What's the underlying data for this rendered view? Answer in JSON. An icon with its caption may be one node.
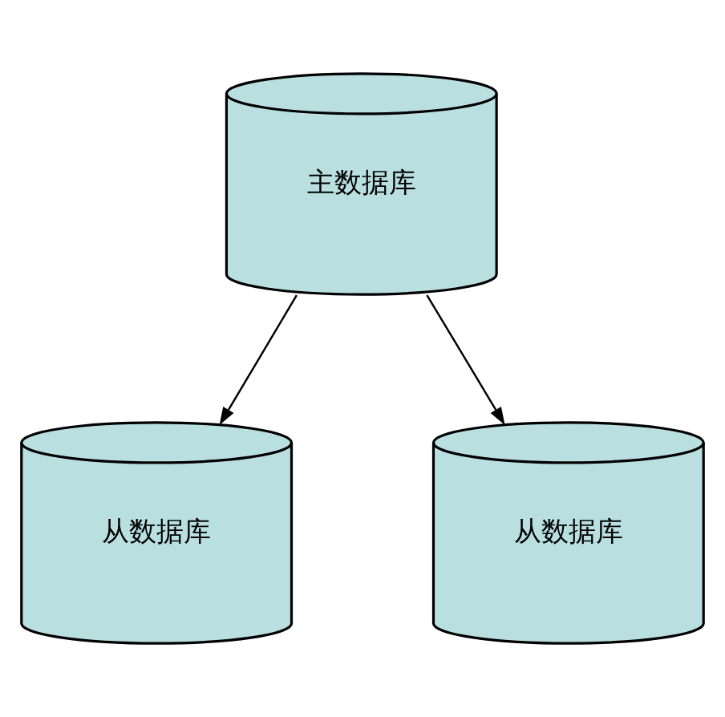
{
  "diagram": {
    "nodes": [
      {
        "text": [
          "主数据库"
        ]
      },
      {
        "text": [
          "从数据库"
        ]
      },
      {
        "text": [
          "从数据库"
        ]
      }
    ],
    "edges": [
      {
        "from": 0,
        "to": 1,
        "arrow": "to"
      },
      {
        "from": 0,
        "to": 2,
        "arrow": "to"
      }
    ]
  }
}
